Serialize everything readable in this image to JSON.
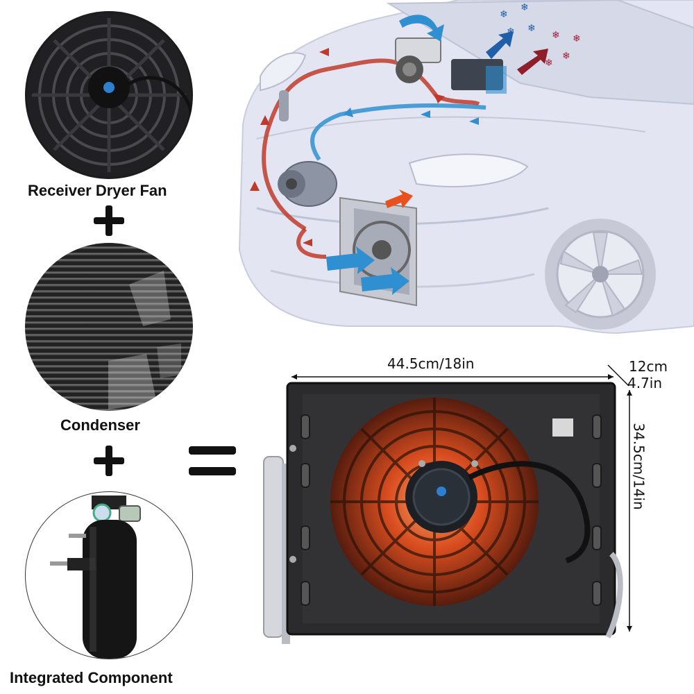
{
  "components": {
    "fan_label": "Receiver Dryer Fan",
    "condenser_label": "Condenser",
    "dryer_label": "Integrated Component"
  },
  "dimensions": {
    "width": "44.5cm/18in",
    "depth_cm": "12cm",
    "depth_in": "4.7in",
    "height": "34.5cm/14in"
  },
  "colors": {
    "hot_flow": "#c0392b",
    "cold_flow": "#2f8fd0",
    "glow": "#e8501e"
  }
}
